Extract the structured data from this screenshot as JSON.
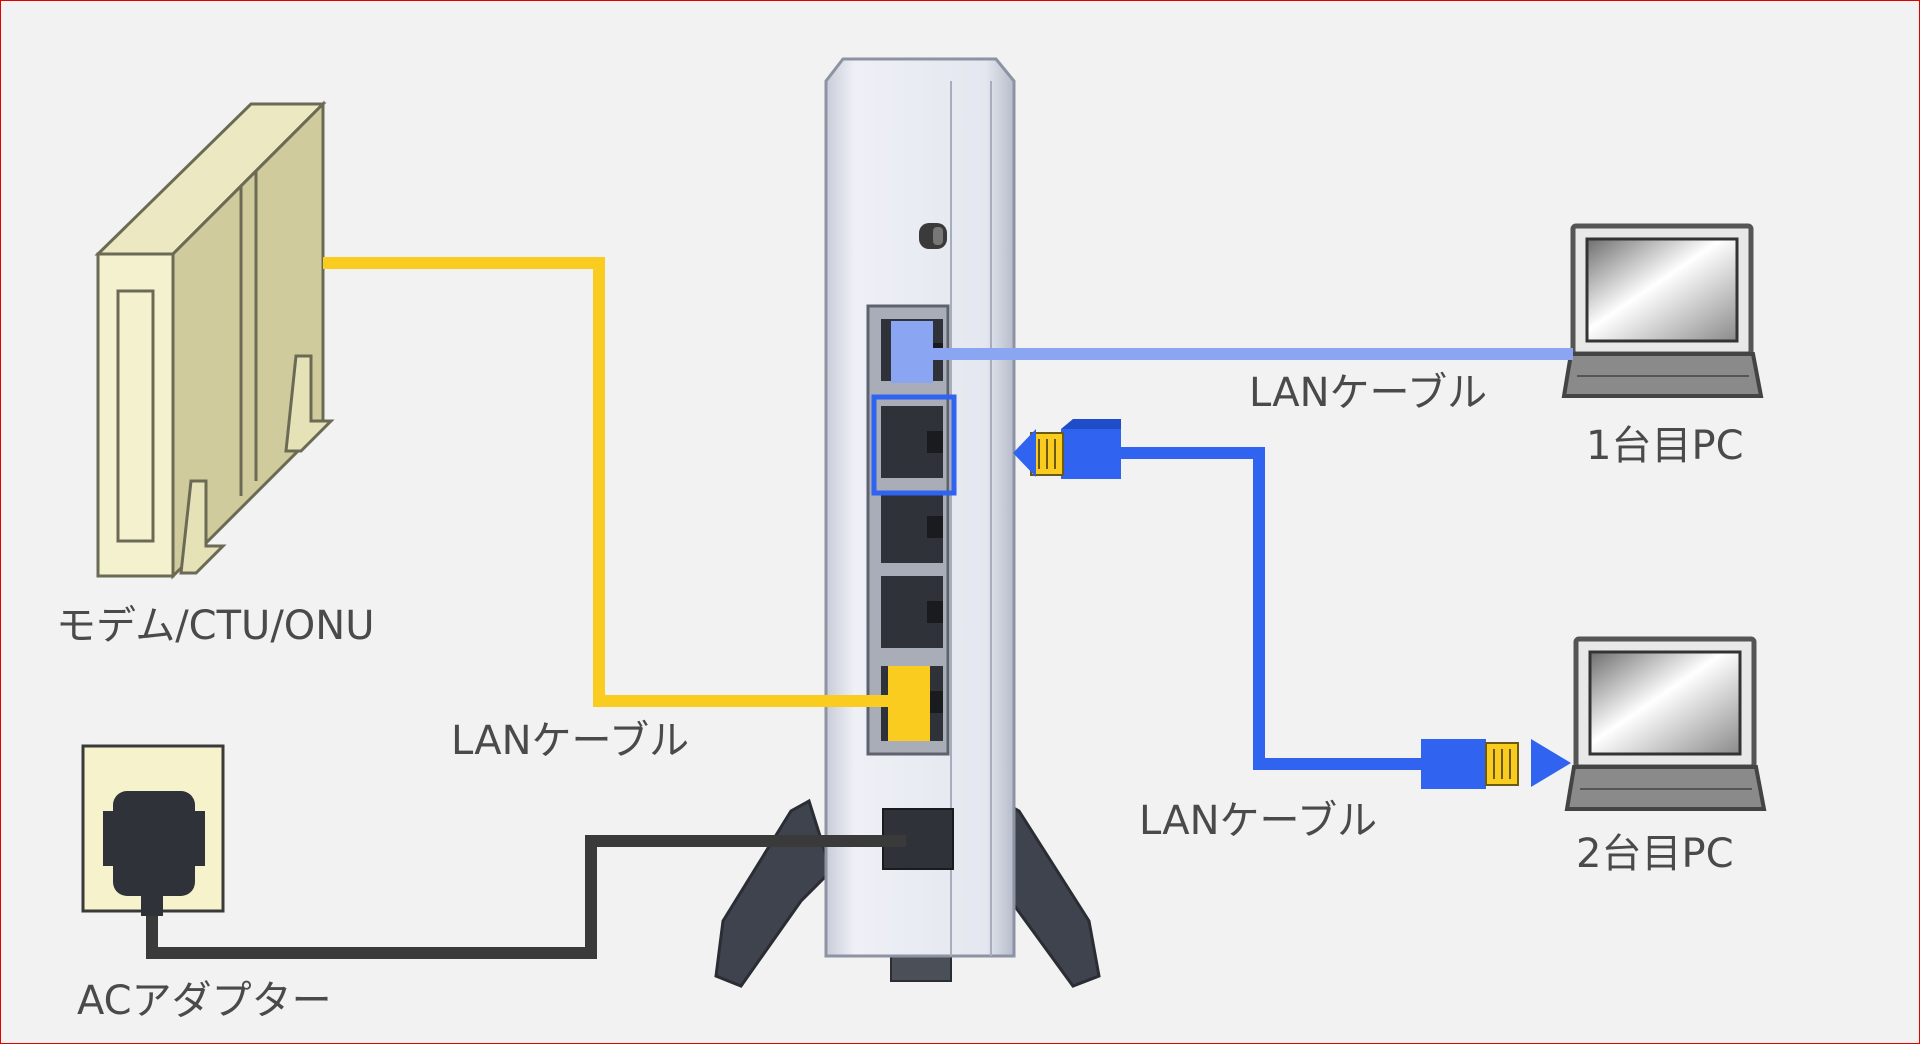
{
  "labels": {
    "modem": "モデム/CTU/ONU",
    "ac_adapter": "ACアダプター",
    "lan_cable_modem": "LANケーブル",
    "lan_cable_pc1": "LANケーブル",
    "lan_cable_pc2": "LANケーブル",
    "pc1": "1台目PC",
    "pc2": "2台目PC"
  },
  "colors": {
    "background": "#f2f2f2",
    "border": "#e00000",
    "cable_modem": "#f9cc1f",
    "cable_pc1": "#8aa6f2",
    "cable_pc2": "#2f63f0",
    "cable_power": "#3a3a3a",
    "highlight_port": "#2f63f0",
    "label_text": "#4a4a4a"
  },
  "icons": [
    "modem-icon",
    "router-icon",
    "laptop-icon",
    "power-outlet-icon",
    "ac-adapter-plug-icon",
    "lan-connector-icon",
    "arrow-icon"
  ]
}
